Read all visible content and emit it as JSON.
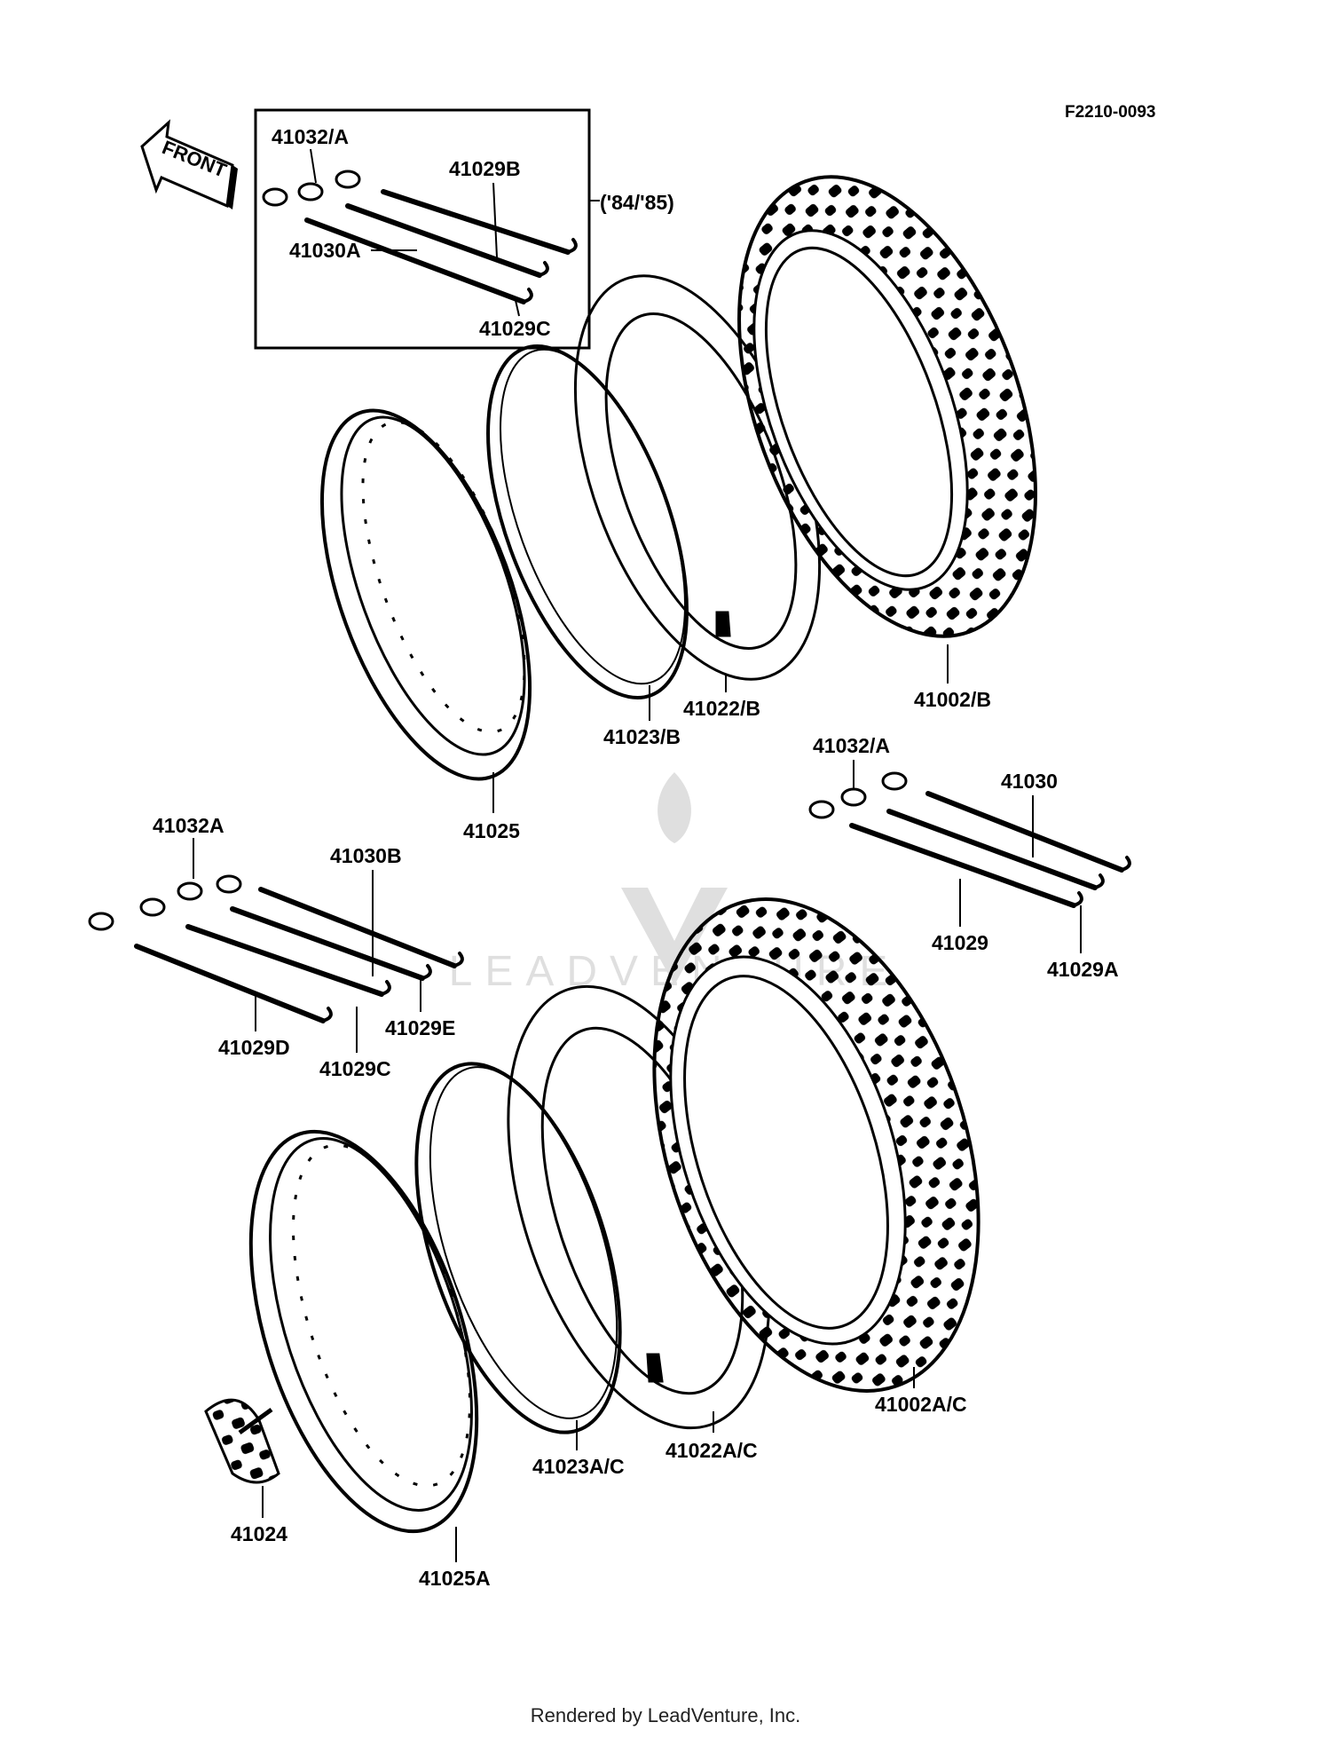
{
  "diagram": {
    "code": "F2210-0093",
    "front_arrow": "FRONT",
    "year_note": "('84/'85)",
    "labels": {
      "p41032_A_box": "41032/A",
      "p41029B": "41029B",
      "p41030A": "41030A",
      "p41029C_box": "41029C",
      "p41002_B": "41002/B",
      "p41022_B": "41022/B",
      "p41023_B": "41023/B",
      "p41025": "41025",
      "p41032_A_right": "41032/A",
      "p41030": "41030",
      "p41029": "41029",
      "p41029A": "41029A",
      "p41032A": "41032A",
      "p41030B": "41030B",
      "p41029E": "41029E",
      "p41029D": "41029D",
      "p41029C": "41029C",
      "p41002A_C": "41002A/C",
      "p41022A_C": "41022A/C",
      "p41023A_C": "41023A/C",
      "p41024": "41024",
      "p41025A": "41025A"
    },
    "watermark": "LEADVENTURE"
  },
  "footer": {
    "text": "Rendered by LeadVenture, Inc."
  }
}
